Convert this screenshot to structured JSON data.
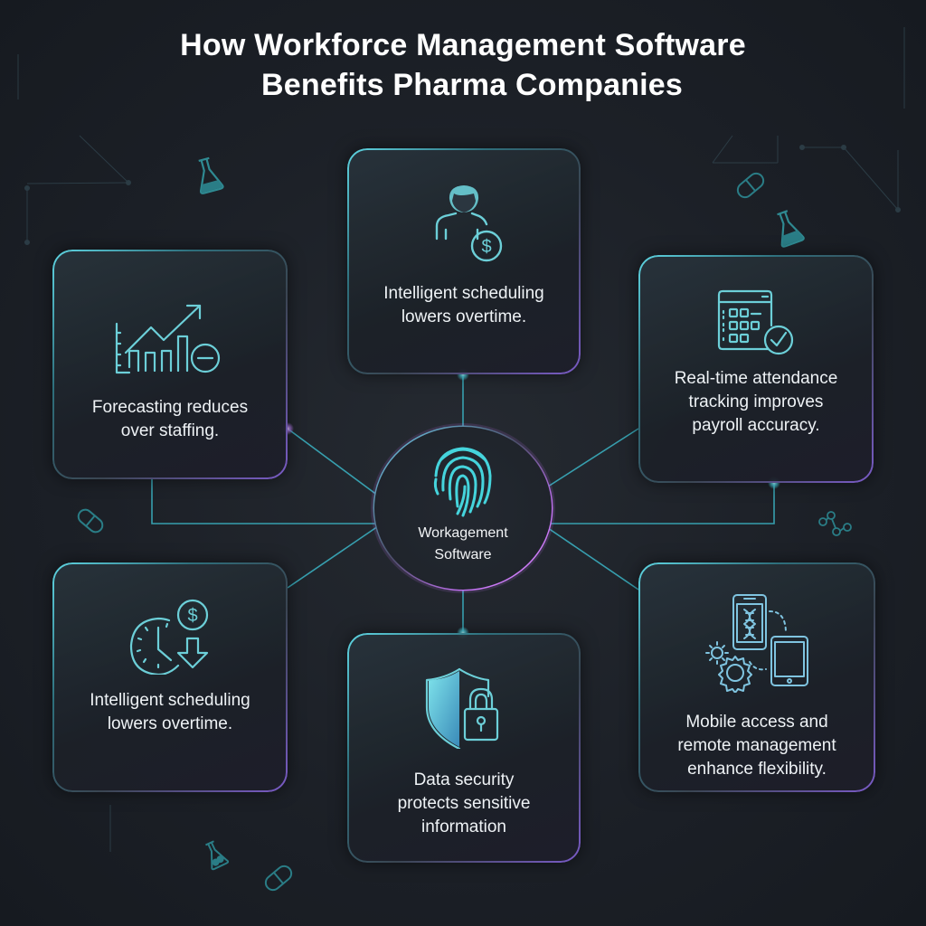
{
  "title": {
    "line1": "How Workforce Management Software",
    "line2": "Benefits Pharma Companies"
  },
  "hub": {
    "icon": "fingerprint-icon",
    "line1": "Workagement",
    "line2": "Software"
  },
  "cards": [
    {
      "id": "top",
      "icon": "person-dollar-icon",
      "lines": [
        "Intelligent scheduling",
        "lowers overtime."
      ]
    },
    {
      "id": "left-top",
      "icon": "growth-chart-icon",
      "lines": [
        "Forecasting reduces",
        "over staffing."
      ]
    },
    {
      "id": "right-top",
      "icon": "calendar-check-icon",
      "lines": [
        "Real-time attendance",
        "tracking improves",
        "payroll accuracy."
      ]
    },
    {
      "id": "left-bottom",
      "icon": "clock-dollar-down-icon",
      "lines": [
        "Intelligent scheduling",
        "lowers overtime."
      ]
    },
    {
      "id": "bottom",
      "icon": "shield-lock-icon",
      "lines": [
        "Data security",
        "protects sensitive",
        "information"
      ]
    },
    {
      "id": "right-bottom",
      "icon": "mobile-devices-gear-icon",
      "lines": [
        "Mobile access and",
        "remote management",
        "enhance flexibility."
      ]
    }
  ],
  "colors": {
    "background": "#1c2027",
    "accent_cyan": "#5fd6e3",
    "accent_purple": "#a070e0",
    "text": "#eef2f5"
  },
  "decorations": [
    "flask-icon",
    "pill-icon",
    "molecule-icon",
    "network-lines"
  ]
}
